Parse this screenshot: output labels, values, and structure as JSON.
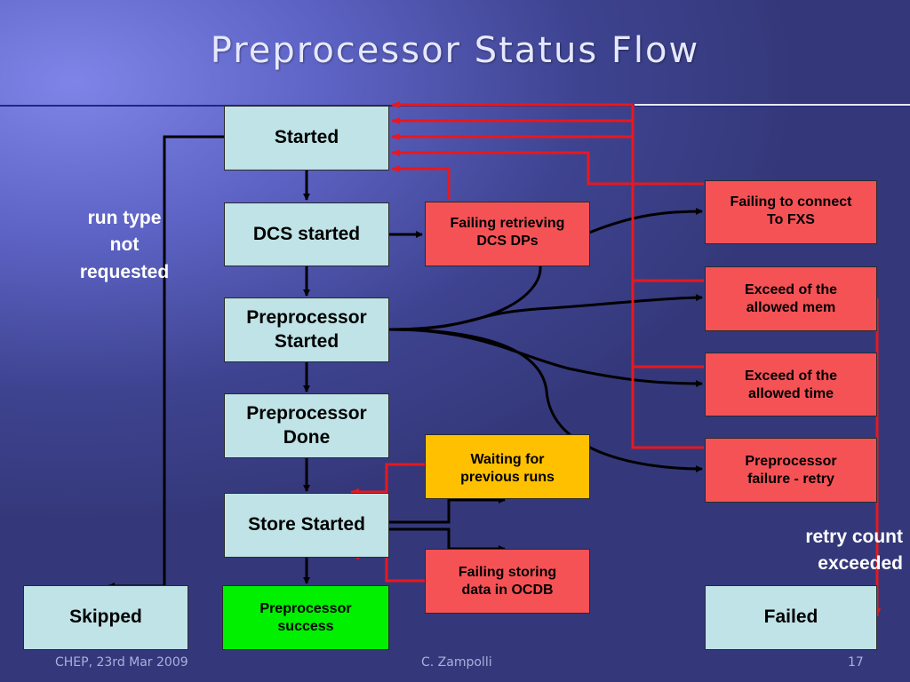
{
  "slide": {
    "title": "Preprocessor Status Flow",
    "footer": {
      "left": "CHEP, 23rd Mar 2009",
      "center": "C. Zampolli",
      "page": "17"
    }
  },
  "states": {
    "started": "Started",
    "dcs_started": "DCS started",
    "preprocessor_started": "Preprocessor\nStarted",
    "preprocessor_done": "Preprocessor\nDone",
    "store_started": "Store Started",
    "skipped": "Skipped",
    "preprocessor_success": "Preprocessor\nsuccess",
    "failed": "Failed"
  },
  "conditions": {
    "failing_retrieving": "Failing retrieving\nDCS DPs",
    "waiting_previous": "Waiting for\nprevious runs",
    "failing_storing": "Failing storing\ndata in OCDB",
    "failing_connect": "Failing to connect\nTo FXS",
    "exceed_mem": "Exceed of the\nallowed mem",
    "exceed_time": "Exceed of the\nallowed time",
    "preproc_failure_retry": "Preprocessor\nfailure - retry"
  },
  "annotations": {
    "run_type": "run type\nnot\nrequested",
    "retry_count": "retry count\nexceeded"
  },
  "colors": {
    "state_fill": "#bfe3e6",
    "failure_fill": "#f55256",
    "waiting_fill": "#ffc000",
    "success_fill": "#00f000",
    "retry_arrow": "#e8181e",
    "flow_arrow": "#000000"
  }
}
